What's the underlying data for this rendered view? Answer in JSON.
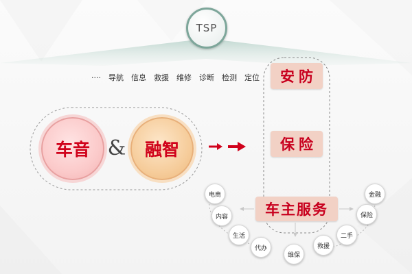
{
  "tsp": {
    "label": "TSP"
  },
  "services": {
    "ellipsis": "····",
    "items": [
      "导航",
      "信息",
      "救援",
      "维修",
      "诊断",
      "检测",
      "定位"
    ]
  },
  "core": {
    "left": "车音",
    "right": "融智",
    "joiner": "&"
  },
  "targets": {
    "anfang": "安防",
    "baoxian": "保险",
    "chezhu": "车主服务"
  },
  "left_services": [
    "电商",
    "内容",
    "生活",
    "代办"
  ],
  "bottom_services": [
    "维保",
    "救援",
    "二手"
  ],
  "right_services": [
    "金融",
    "保险"
  ],
  "colors": {
    "accent_red": "#d0021b",
    "tsp_ring": "#7da69a",
    "pill_bg": "#f2d1c5"
  }
}
